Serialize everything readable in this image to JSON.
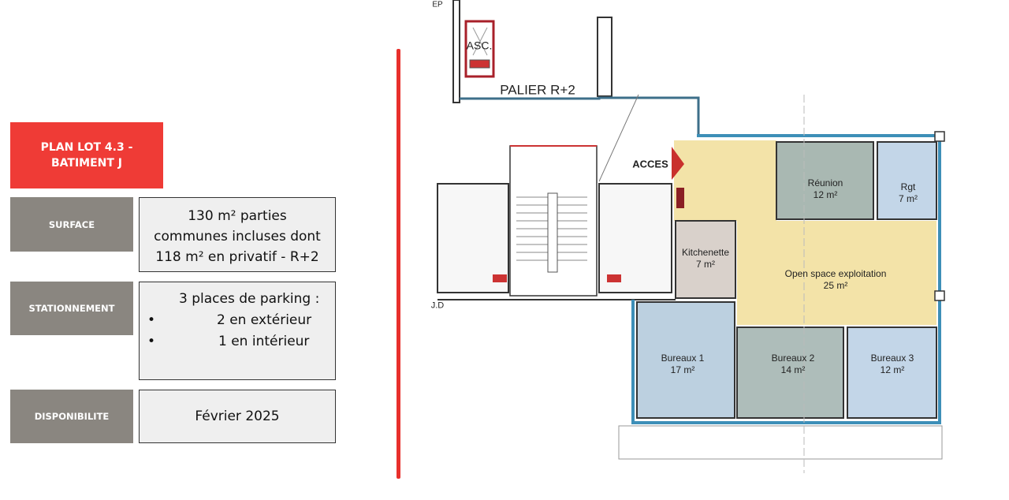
{
  "title": "PLAN LOT 4.3 - BATIMENT J",
  "rows": [
    {
      "label": "SURFACE",
      "value_lines": [
        "130 m² parties",
        "communes incluses dont",
        "118 m² en privatif - R+2"
      ]
    },
    {
      "label": "STATIONNEMENT",
      "intro": "3 places de parking :",
      "bullets": [
        "2 en extérieur",
        "1 en intérieur"
      ]
    },
    {
      "label": "DISPONIBILITE",
      "value": "Février 2025"
    }
  ],
  "plan": {
    "elevator": "ASC.",
    "landing": "PALIER R+2",
    "entry": "ACCES",
    "corner_label": "J.D",
    "ep": "EP",
    "rooms": [
      {
        "name": "Réunion",
        "area": "12 m²"
      },
      {
        "name": "Rgt",
        "area": "7 m²"
      },
      {
        "name": "Kitchenette",
        "area": "7 m²"
      },
      {
        "name": "Open space exploitation",
        "area": "25 m²"
      },
      {
        "name": "Bureaux 1",
        "area": "17 m²"
      },
      {
        "name": "Bureaux 2",
        "area": "14 m²"
      },
      {
        "name": "Bureaux 3",
        "area": "12 m²"
      }
    ],
    "colors": {
      "accent": "#ef3b36",
      "label_bg": "#8a8680",
      "open_space": "#f3e3a8",
      "meeting": "#a9b8b2",
      "office_blue": "#c3d6e8",
      "wall_blue": "#3d8fb8"
    }
  }
}
